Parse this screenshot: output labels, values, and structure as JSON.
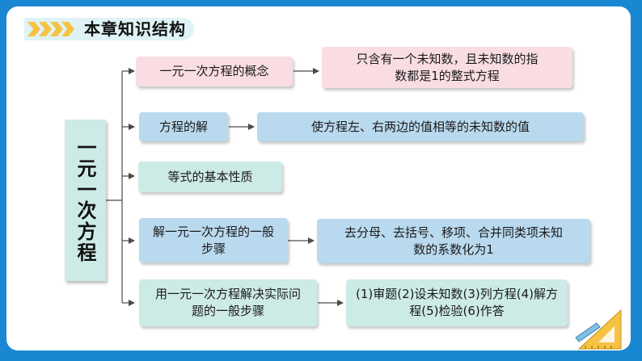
{
  "header": {
    "title": "本章知识结构"
  },
  "center": {
    "label": "一元一次方程"
  },
  "rows": [
    {
      "left": "一元一次方程的概念",
      "right": "只含有一个未知数，且未知数的指数都是1的整式方程"
    },
    {
      "left": "方程的解",
      "right": "使方程左、右两边的值相等的未知数的值"
    },
    {
      "left": "等式的基本性质"
    },
    {
      "left": "解一元一次方程的一般步骤",
      "right": "去分母、去括号、移项、合并同类项未知数的系数化为1"
    },
    {
      "left": "用一元一次方程解决实际问题的一般步骤",
      "right": "(1)审题(2)设未知数(3)列方程(4)解方程(5)检验(6)作答"
    }
  ],
  "colors": {
    "background": "#1a87d2",
    "chevron": "#f6c243",
    "pink_box": "#f9dde3",
    "blue_box": "#b9d9ee",
    "green_box": "#cdebe6",
    "connector": "#4a4a4a"
  },
  "icons": {
    "header": "chevrons-icon",
    "corner": "ruler-triangle-icon"
  }
}
